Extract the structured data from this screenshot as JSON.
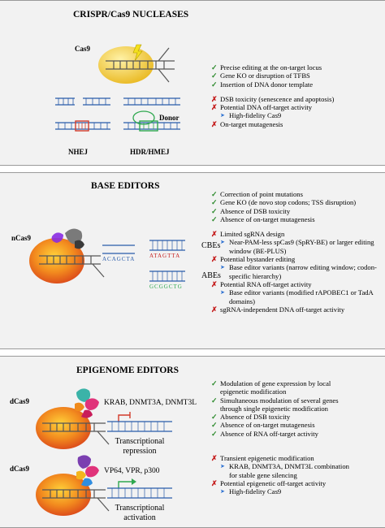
{
  "crispr": {
    "title": "CRISPR/Cas9 NUCLEASES",
    "enzyme": "Cas9",
    "donor": "Donor",
    "nhej": "NHEJ",
    "hdr": "HDR/HMEJ",
    "pros": [
      "Precise editing at the on-target locus",
      "Gene KO or disruption of TFBS",
      "Insertion of DNA donor template"
    ],
    "cons": [
      {
        "text": "DSB toxicity (senescence and apoptosis)",
        "sub": []
      },
      {
        "text": "Potential DNA off-target activity",
        "sub": [
          "High-fidelity Cas9"
        ]
      },
      {
        "text": "On-target mutagenesis",
        "sub": []
      }
    ]
  },
  "base": {
    "title": "BASE EDITORS",
    "enzyme": "nCas9",
    "seq_orig": "ACAGCTA",
    "seq_cbe": "ATAGTTA",
    "seq_abe": "GCGGCTG",
    "cbe": "CBEs",
    "abe": "ABEs",
    "pros": [
      "Correction of point mutations",
      "Gene KO (de novo stop codons; TSS disruption)",
      "Absence of DSB toxicity",
      "Absence of on-target mutagenesis"
    ],
    "cons": [
      {
        "text": "Limited sgRNA design",
        "sub": [
          "Near-PAM-less spCas9 (SpRY-BE) or larger editing window (BE-PLUS)"
        ]
      },
      {
        "text": "Potential bystander editing",
        "sub": [
          "Base editor variants (narrow editing window; codon-specific hierarchy)"
        ]
      },
      {
        "text": "Potential RNA off-target activity",
        "sub": [
          "Base editor variants (modified rAPOBEC1 or TadA domains)"
        ]
      },
      {
        "text": "sgRNA-independent DNA off-target activity",
        "sub": []
      }
    ]
  },
  "epi": {
    "title": "EPIGENOME EDITORS",
    "enzyme1": "dCas9",
    "enzyme2": "dCas9",
    "repressors": "KRAB, DNMT3A, DNMT3L",
    "activators": "VP64, VPR, p300",
    "repression": [
      "Transcriptional",
      "repression"
    ],
    "activation": [
      "Transcriptional",
      "activation"
    ],
    "pros": [
      "Modulation of gene expression by local epigenetic modification",
      "Simultaneous modulation of several genes through single epigenetic modification",
      "Absence of DSB toxicity",
      "Absence of on-target mutagenesis",
      "Absence of RNA off-target activity"
    ],
    "cons": [
      {
        "text": "Transient epigenetic modification",
        "sub": [
          "KRAB, DNMT3A, DNMT3L combination for stable gene silencing"
        ]
      },
      {
        "text": "Potential epigenetic off-target activity",
        "sub": [
          "High-fidelity Cas9"
        ]
      }
    ]
  },
  "colors": {
    "panel": "#f2f2f2",
    "check": "#2e8b2e",
    "cross": "#c41b1b",
    "arrow": "#2a6fd1",
    "cas9": "#f2c633",
    "dna": "#2a5caa",
    "red": "#d23b2a",
    "green": "#2fa84f"
  },
  "icons": {
    "pro": "check-icon",
    "con": "cross-icon",
    "sub": "arrow-icon"
  }
}
